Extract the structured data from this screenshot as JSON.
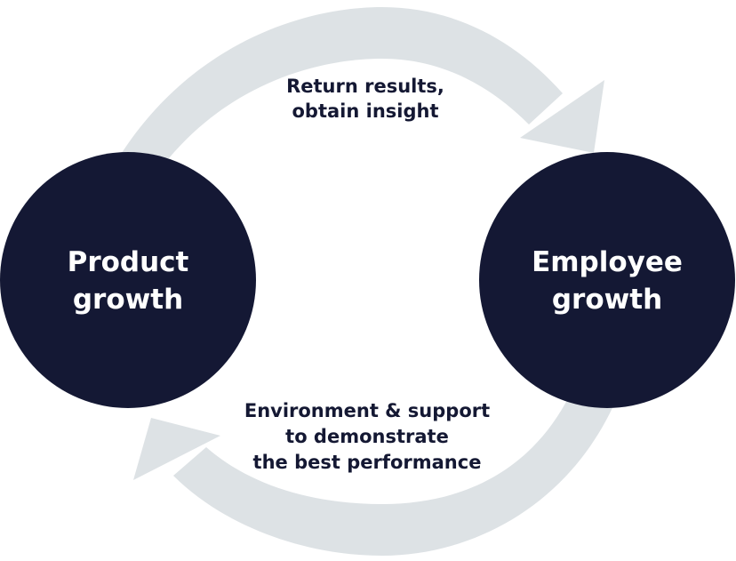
{
  "nodes": {
    "product": {
      "line1": "Product",
      "line2": "growth"
    },
    "employee": {
      "line1": "Employee",
      "line2": "growth"
    }
  },
  "arrows": {
    "top": {
      "line1": "Return results,",
      "line2": "obtain insight"
    },
    "bottom": {
      "line1": "Environment & support",
      "line2": "to demonstrate",
      "line3": "the best performance"
    }
  },
  "colors": {
    "node_fill": "#141834",
    "arrow_fill": "#dde2e5",
    "node_text": "#ffffff",
    "arrow_text": "#141833"
  }
}
